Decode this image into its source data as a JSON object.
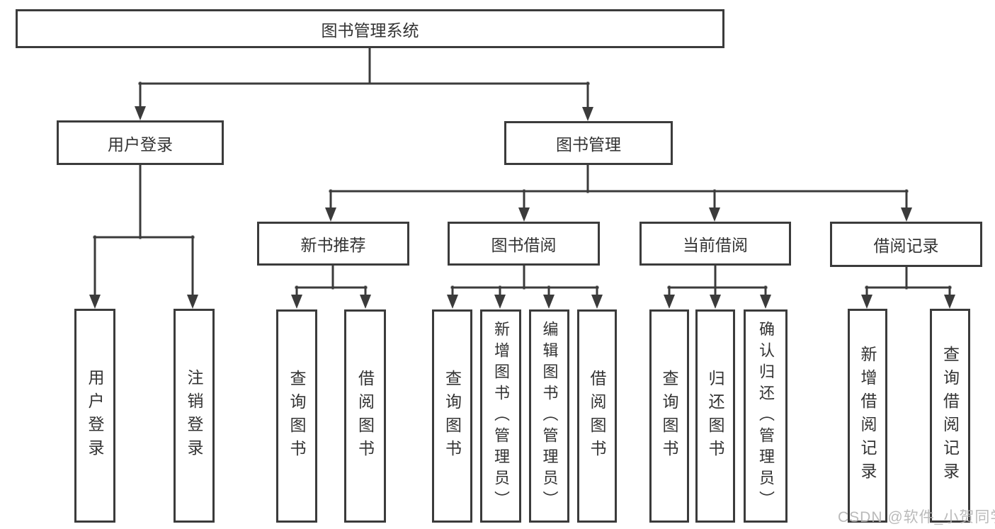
{
  "tree": {
    "root": "图书管理系统",
    "level2": [
      "用户登录",
      "图书管理"
    ],
    "level3": [
      "新书推荐",
      "图书借阅",
      "当前借阅",
      "借阅记录"
    ],
    "leaves": {
      "login": [
        "用户登录",
        "注销登录"
      ],
      "recommend": [
        "查询图书",
        "借阅图书"
      ],
      "borrow": [
        "查询图书",
        "新增图书（管理员）",
        "编辑图书（管理员）",
        "借阅图书"
      ],
      "current": [
        "查询图书",
        "归还图书",
        "确认归还（管理员）"
      ],
      "records": [
        "新增借阅记录",
        "查询借阅记录"
      ]
    }
  },
  "watermark": "CSDN @软件_小贺同学",
  "colors": {
    "line": "#3b3b3b",
    "text": "#333333",
    "watermark": "#b3b3b3",
    "background": "#ffffff"
  }
}
